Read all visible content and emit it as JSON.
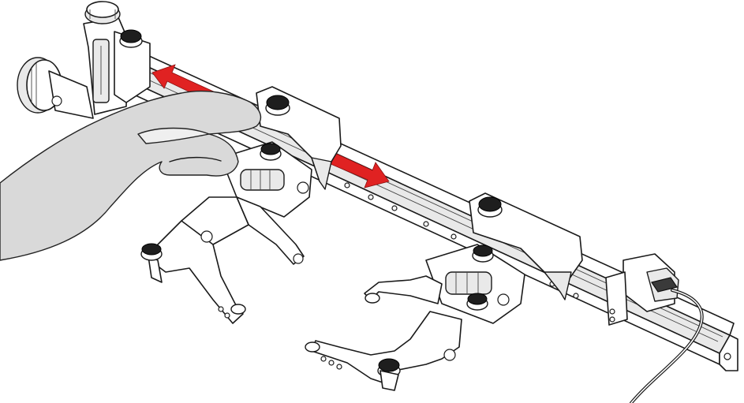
{
  "figure": {
    "caption": "",
    "colors": {
      "outline": "#1a1a1a",
      "metal": "#ffffff",
      "metal_shade": "#e9e9e9",
      "hand_fill": "#d9d9d9",
      "arrow": "#e02222",
      "knob": "#1e1e1e"
    },
    "arrows": [
      {
        "name": "slide-left-arrow",
        "direction": "toward-left-end"
      },
      {
        "name": "slide-right-arrow",
        "direction": "toward-right-end"
      }
    ],
    "components": [
      "rail",
      "left-end-clamp",
      "hand",
      "left-carriage",
      "right-carriage",
      "right-end-bracket",
      "cable"
    ]
  }
}
